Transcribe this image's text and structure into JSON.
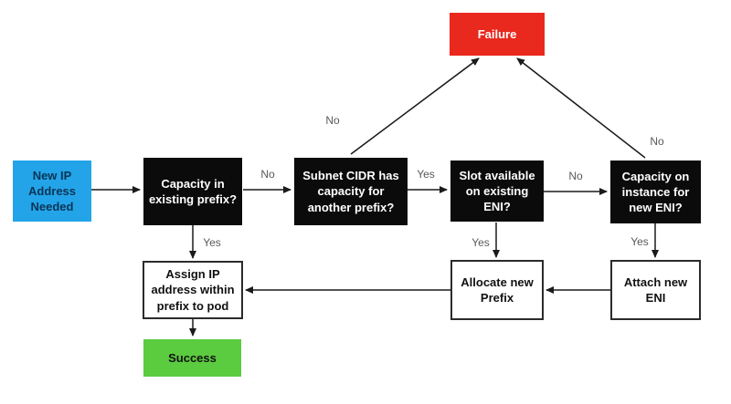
{
  "diagram": {
    "type": "flowchart",
    "topic": "IP address allocation decision flow",
    "colors": {
      "start_blue": "#23a4e9",
      "decision_black": "#0b0b0b",
      "failure_red": "#e9281e",
      "success_green": "#5bcb40",
      "process_white": "#ffffff",
      "edge_label_gray": "#595959",
      "arrow_black": "#1a1a1a"
    },
    "nodes": {
      "start": {
        "label": "New IP\nAddress\nNeeded"
      },
      "capacity_existing_prefix": {
        "label": "Capacity in\nexisting prefix?"
      },
      "subnet_cidr_capacity": {
        "label": "Subnet CIDR has\ncapacity for\nanother prefix?"
      },
      "slot_available_eni": {
        "label": "Slot available\non existing\nENI?"
      },
      "capacity_instance_eni": {
        "label": "Capacity on\ninstance for\nnew ENI?"
      },
      "failure": {
        "label": "Failure"
      },
      "assign_ip": {
        "label": "Assign IP\naddress within\nprefix to pod"
      },
      "allocate_prefix": {
        "label": "Allocate new\nPrefix"
      },
      "attach_eni": {
        "label": "Attach new\nENI"
      },
      "success": {
        "label": "Success"
      }
    },
    "edge_labels": {
      "no_capacity_to_subnet": "No",
      "yes_subnet_to_slot": "Yes",
      "no_slot_to_instance": "No",
      "no_subnet_to_failure": "No",
      "no_instance_to_failure": "No",
      "yes_capacity_to_assign": "Yes",
      "yes_slot_to_allocate": "Yes",
      "yes_instance_to_attach": "Yes"
    }
  }
}
